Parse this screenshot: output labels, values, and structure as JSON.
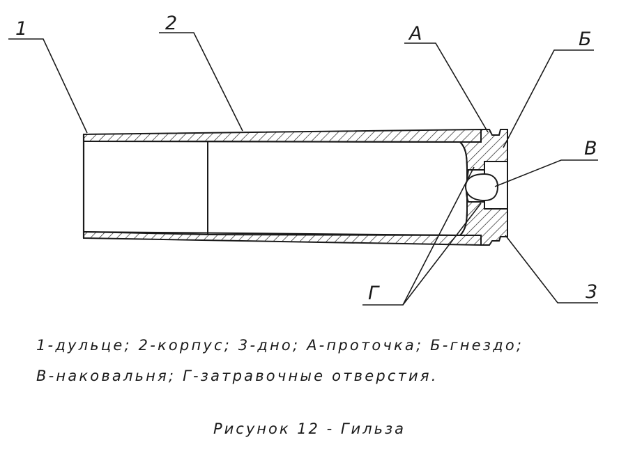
{
  "labels": {
    "muzzle": "1",
    "body": "2",
    "base": "3",
    "groove": "А",
    "socket": "Б",
    "anvil": "В",
    "flash_holes": "Г"
  },
  "legend": {
    "line1": "1-дульце; 2-корпус; 3-дно; А-проточка; Б-гнездо;",
    "line2": "В-наковальня; Г-затравочные отверстия."
  },
  "caption": "Рисунок 12 - Гильза"
}
